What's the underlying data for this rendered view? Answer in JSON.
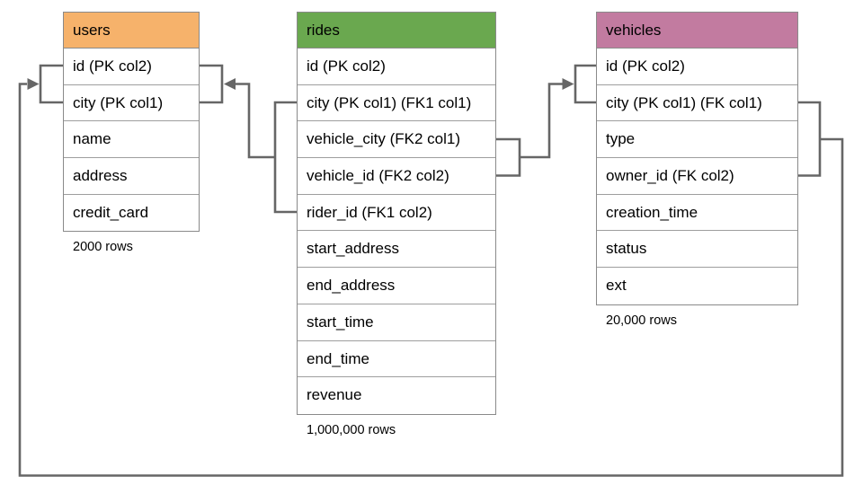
{
  "diagram": {
    "title": "database schema diagram",
    "background_color": "#ffffff",
    "line_color": "#666666",
    "cell_border_color": "#9e9e9e",
    "text_color": "#000000"
  },
  "tables": [
    {
      "name": "users",
      "header_color": "#F6B26B",
      "columns": [
        "id (PK col2)",
        "city (PK col1)",
        "name",
        "address",
        "credit_card"
      ],
      "row_count_label": "2000 rows"
    },
    {
      "name": "rides",
      "header_color": "#6AA84F",
      "columns": [
        "id (PK col2)",
        "city (PK col1) (FK1 col1)",
        "vehicle_city (FK2 col1)",
        "vehicle_id (FK2 col2)",
        "rider_id (FK1 col2)",
        "start_address",
        "end_address",
        "start_time",
        "end_time",
        "revenue"
      ],
      "row_count_label": "1,000,000 rows"
    },
    {
      "name": "vehicles",
      "header_color": "#C27BA0",
      "columns": [
        "id (PK col2)",
        "city (PK col1) (FK col1)",
        "type",
        "owner_id (FK col2)",
        "creation_time",
        "status",
        "ext"
      ],
      "row_count_label": "20,000 rows"
    }
  ],
  "relationships": [
    {
      "name": "FK1",
      "from": "rides (city, rider_id)",
      "to": "users (city, id)"
    },
    {
      "name": "FK2",
      "from": "rides (vehicle_city, vehicle_id)",
      "to": "vehicles (city, id)"
    },
    {
      "name": "FK",
      "from": "vehicles (city, owner_id)",
      "to": "users (city, id)"
    }
  ]
}
